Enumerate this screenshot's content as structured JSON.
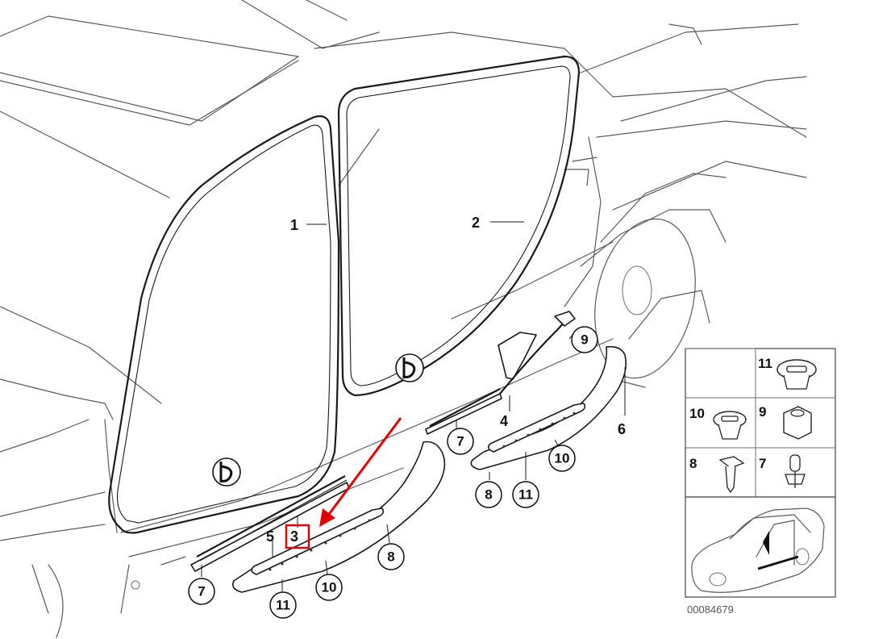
{
  "callouts": {
    "door_seal_front": "1",
    "door_seal_rear": "2",
    "sill_strip_front": "3",
    "sill_strip_rear": "4",
    "seal_strip_front": "5",
    "entrance_cover_rear": "6",
    "clip_front": "7",
    "clip_rear": "7",
    "sill_front_8": "8",
    "sill_rear_8": "8",
    "nut_9": "9",
    "cover_front_10": "10",
    "cover_rear_10": "10",
    "cover_front_11": "11",
    "cover_rear_11": "11"
  },
  "legend_table": {
    "cells": [
      "11",
      "10",
      "9",
      "8",
      "7"
    ]
  },
  "diagram_code": "00084679",
  "highlight": {
    "target": "3",
    "color": "#e00000"
  }
}
